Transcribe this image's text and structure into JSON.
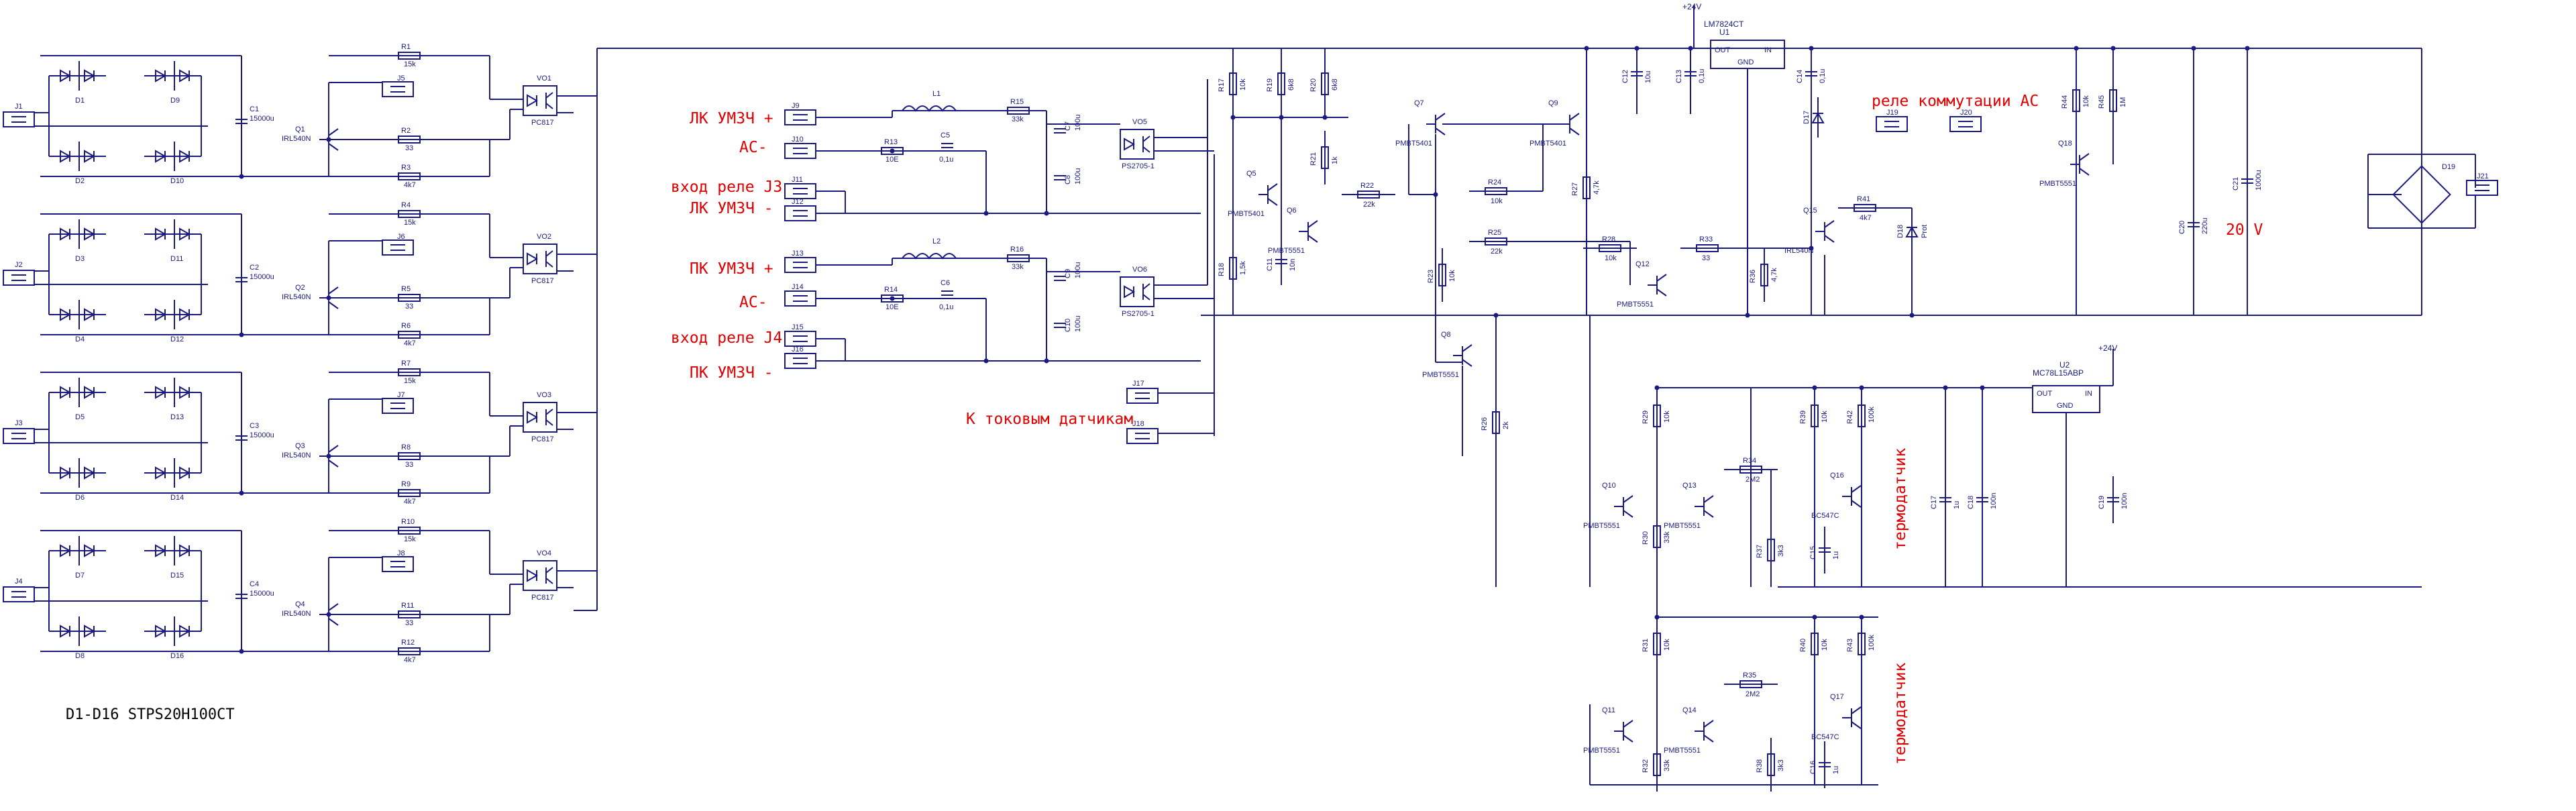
{
  "diagram": {
    "notes": {
      "lk_plus": "ЛК УМЗЧ +",
      "ac_1": "AC-",
      "in_j3": "вход реле J3",
      "lk_minus": "ЛК УМЗЧ -",
      "pk_plus": "ПК УМЗЧ +",
      "ac_2": "AC-",
      "in_j4": "вход реле J4",
      "pk_minus": "ПК УМЗЧ -",
      "current_sensors": "К токовым датчикам",
      "relay_ac": "реле коммутации АС",
      "thermo_1": "термодатчик",
      "thermo_2": "термодатчик",
      "supply_20v": "20 V",
      "footnote": "D1-D16 STPS20H100CT"
    },
    "power_labels": {
      "plus24_a": "+24V",
      "plus24_b": "+24V"
    },
    "regulators": [
      {
        "ref": "U1",
        "part": "LM7824CT",
        "out": "OUT",
        "in": "IN",
        "gnd": "GND"
      },
      {
        "ref": "U2",
        "part": "MC78L15ABP",
        "out": "OUT",
        "in": "IN",
        "gnd": "GND"
      }
    ],
    "channels": [
      {
        "j_in": "J1",
        "j_out": "J5",
        "c": "C1",
        "cv": "15000u",
        "q": "Q1",
        "qv": "IRL540N",
        "vo": "VO1",
        "vov": "PC817",
        "ra": "R1",
        "rav": "15k",
        "rb": "R2",
        "rbv": "33",
        "rc": "R3",
        "rcv": "4k7",
        "d": [
          "D1",
          "D9",
          "D2",
          "D10"
        ]
      },
      {
        "j_in": "J2",
        "j_out": "J6",
        "c": "C2",
        "cv": "15000u",
        "q": "Q2",
        "qv": "IRL540N",
        "vo": "VO2",
        "vov": "PC817",
        "ra": "R4",
        "rav": "15k",
        "rb": "R5",
        "rbv": "33",
        "rc": "R6",
        "rcv": "4k7",
        "d": [
          "D3",
          "D11",
          "D4",
          "D12"
        ]
      },
      {
        "j_in": "J3",
        "j_out": "J7",
        "c": "C3",
        "cv": "15000u",
        "q": "Q3",
        "qv": "IRL540N",
        "vo": "VO3",
        "vov": "PC817",
        "ra": "R7",
        "rav": "15k",
        "rb": "R8",
        "rbv": "33",
        "rc": "R9",
        "rcv": "4k7",
        "d": [
          "D5",
          "D13",
          "D6",
          "D14"
        ]
      },
      {
        "j_in": "J4",
        "j_out": "J8",
        "c": "C4",
        "cv": "15000u",
        "q": "Q4",
        "qv": "IRL540N",
        "vo": "VO4",
        "vov": "PC817",
        "ra": "R10",
        "rav": "15k",
        "rb": "R11",
        "rbv": "33",
        "rc": "R12",
        "rcv": "4k7",
        "d": [
          "D7",
          "D15",
          "D8",
          "D16"
        ]
      }
    ],
    "inputs": {
      "top": {
        "j1": "J9",
        "j2": "J10",
        "j3": "J11",
        "j4": "J12",
        "l": "L1",
        "rf": "R15",
        "rfv": "33k",
        "rn": "R13",
        "rnv": "10E",
        "cn": "C5",
        "cnv": "0,1u",
        "ca": "C7",
        "cav": "100u",
        "cb": "C8",
        "cbv": "100u",
        "vo": "VO5",
        "vov": "PS2705-1"
      },
      "bottom": {
        "j1": "J13",
        "j2": "J14",
        "j3": "J15",
        "j4": "J16",
        "l": "L2",
        "rf": "R16",
        "rfv": "33k",
        "rn": "R14",
        "rnv": "10E",
        "cn": "C6",
        "cnv": "0,1u",
        "ca": "C9",
        "cav": "100u",
        "cb": "C10",
        "cbv": "100u",
        "vo": "VO6",
        "vov": "PS2705-1"
      },
      "sensor_jacks": [
        "J17",
        "J18"
      ]
    },
    "parts": [
      {
        "ref": "R17",
        "val": "10k"
      },
      {
        "ref": "R18",
        "val": "1,5k"
      },
      {
        "ref": "R19",
        "val": "6k8"
      },
      {
        "ref": "R20",
        "val": "6k8"
      },
      {
        "ref": "R21",
        "val": "1k"
      },
      {
        "ref": "R22",
        "val": "22k"
      },
      {
        "ref": "R23",
        "val": "10k"
      },
      {
        "ref": "R24",
        "val": "10k"
      },
      {
        "ref": "R25",
        "val": "22k"
      },
      {
        "ref": "R26",
        "val": "2k"
      },
      {
        "ref": "R27",
        "val": "4,7k"
      },
      {
        "ref": "R28",
        "val": "10k"
      },
      {
        "ref": "R29",
        "val": "10k"
      },
      {
        "ref": "R30",
        "val": "33k"
      },
      {
        "ref": "R31",
        "val": "10k"
      },
      {
        "ref": "R32",
        "val": "33k"
      },
      {
        "ref": "R33",
        "val": "33"
      },
      {
        "ref": "R34",
        "val": "2M2"
      },
      {
        "ref": "R35",
        "val": "2M2"
      },
      {
        "ref": "R36",
        "val": "4,7k"
      },
      {
        "ref": "R37",
        "val": "3k3"
      },
      {
        "ref": "R38",
        "val": "3k3"
      },
      {
        "ref": "R39",
        "val": "10k"
      },
      {
        "ref": "R40",
        "val": "10k"
      },
      {
        "ref": "R41",
        "val": "4k7"
      },
      {
        "ref": "R42",
        "val": "100k"
      },
      {
        "ref": "R43",
        "val": "100k"
      },
      {
        "ref": "R44",
        "val": "10k"
      },
      {
        "ref": "R45",
        "val": "1M"
      },
      {
        "ref": "C11",
        "val": "10n"
      },
      {
        "ref": "C12",
        "val": "10u"
      },
      {
        "ref": "C13",
        "val": "0,1u"
      },
      {
        "ref": "C14",
        "val": "0,1u"
      },
      {
        "ref": "C15",
        "val": "1u"
      },
      {
        "ref": "C16",
        "val": "1u"
      },
      {
        "ref": "C17",
        "val": "1u"
      },
      {
        "ref": "C18",
        "val": "100n"
      },
      {
        "ref": "C19",
        "val": "100n"
      },
      {
        "ref": "C20",
        "val": "220u"
      },
      {
        "ref": "C21",
        "val": "1000u"
      },
      {
        "ref": "Q5",
        "val": "PMBT5401"
      },
      {
        "ref": "Q6",
        "val": "PMBT5551"
      },
      {
        "ref": "Q7",
        "val": "PMBT5401"
      },
      {
        "ref": "Q8",
        "val": "PMBT5551"
      },
      {
        "ref": "Q9",
        "val": "PMBT5401"
      },
      {
        "ref": "Q10",
        "val": "PMBT5551"
      },
      {
        "ref": "Q11",
        "val": "PMBT5551"
      },
      {
        "ref": "Q12",
        "val": "PMBT5551"
      },
      {
        "ref": "Q13",
        "val": "PMBT5551"
      },
      {
        "ref": "Q14",
        "val": "PMBT5551"
      },
      {
        "ref": "Q15",
        "val": "IRL540N"
      },
      {
        "ref": "Q16",
        "val": "BC547C"
      },
      {
        "ref": "Q17",
        "val": "BC547C"
      },
      {
        "ref": "Q18",
        "val": "PMBT5551"
      },
      {
        "ref": "D17",
        "val": ""
      },
      {
        "ref": "D18",
        "val": "Prot"
      },
      {
        "ref": "D19",
        "val": ""
      },
      {
        "ref": "J19",
        "val": ""
      },
      {
        "ref": "J20",
        "val": ""
      },
      {
        "ref": "J21",
        "val": ""
      }
    ]
  }
}
